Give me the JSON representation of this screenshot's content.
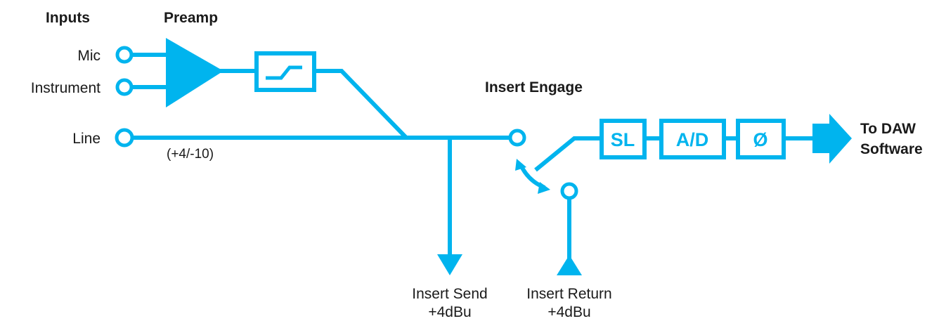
{
  "colors": {
    "signal": "#00b4ee",
    "text": "#1a1a1a",
    "background": "#ffffff"
  },
  "headers": {
    "inputs": "Inputs",
    "preamp": "Preamp",
    "insert_engage": "Insert Engage"
  },
  "inputs": {
    "mic": "Mic",
    "instrument": "Instrument",
    "line": "Line",
    "line_level": "(+4/-10)"
  },
  "blocks": {
    "filter_icon": "high-pass-filter-icon",
    "sl": "SL",
    "ad": "A/D",
    "phase": "Ø"
  },
  "output": {
    "line1": "To DAW",
    "line2": "Software"
  },
  "insert_send": {
    "line1": "Insert Send",
    "line2": "+4dBu"
  },
  "insert_return": {
    "line1": "Insert Return",
    "line2": "+4dBu"
  }
}
